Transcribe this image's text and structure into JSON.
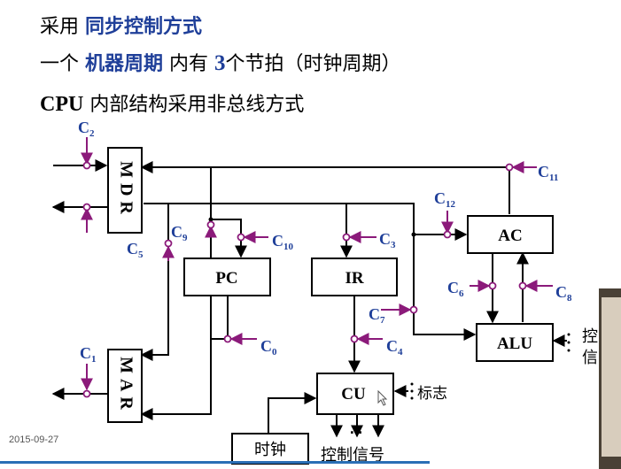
{
  "heading": {
    "line1_prefix": "采用 ",
    "line1_highlight": "同步控制方式",
    "line2_prefix": "一个 ",
    "line2_highlight": "机器周期",
    "line2_mid": " 内有 ",
    "line2_num": "3",
    "line2_tail": "个节拍（时钟周期）",
    "line3_cpu": "CPU",
    "line3_rest": " 内部结构采用非总线方式"
  },
  "blocks": {
    "mdr": "MDR",
    "mar": "MAR",
    "pc": "PC",
    "ir": "IR",
    "ac": "AC",
    "alu": "ALU",
    "cu": "CU",
    "clock": "时钟"
  },
  "signals": {
    "c0": [
      "C",
      "0"
    ],
    "c1": [
      "C",
      "1"
    ],
    "c2": [
      "C",
      "2"
    ],
    "c3": [
      "C",
      "3"
    ],
    "c4": [
      "C",
      "4"
    ],
    "c5": [
      "C",
      "5"
    ],
    "c6": [
      "C",
      "6"
    ],
    "c7": [
      "C",
      "7"
    ],
    "c8": [
      "C",
      "8"
    ],
    "c9": [
      "C",
      "9"
    ],
    "c10": [
      "C",
      "10"
    ],
    "c11": [
      "C",
      "11"
    ],
    "c12": [
      "C",
      "12"
    ]
  },
  "labels": {
    "flag": "标志",
    "control_signals": "控制信号",
    "ellipsis": "…",
    "side_text_1": "控",
    "side_text_2": "信"
  },
  "footer": {
    "date": "2015-09-27"
  },
  "colors": {
    "signal": "#1f3f99",
    "control_line": "#8b1a7a",
    "wire": "#000000",
    "accent_line": "#2a6fb5"
  }
}
